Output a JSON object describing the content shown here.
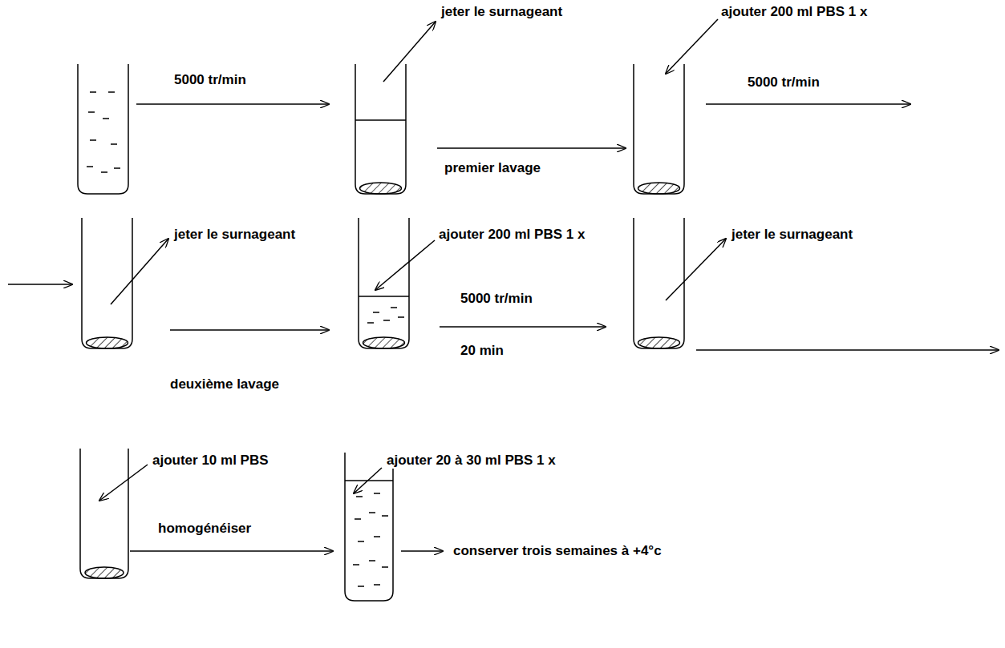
{
  "diagram": {
    "labels": [
      "5000 tr/min",
      "jeter le surnageant",
      "premier lavage",
      "ajouter 200 ml PBS 1 x",
      "5000 tr/min",
      "jeter le surnageant",
      "ajouter 200 ml PBS 1 x",
      "deuxième lavage",
      "5000 tr/min",
      "20 min",
      "jeter le surnageant",
      "ajouter 10 ml PBS",
      "ajouter 20 à 30 ml PBS 1 x",
      "homogénéiser",
      "conserver trois semaines à +4°c"
    ]
  }
}
